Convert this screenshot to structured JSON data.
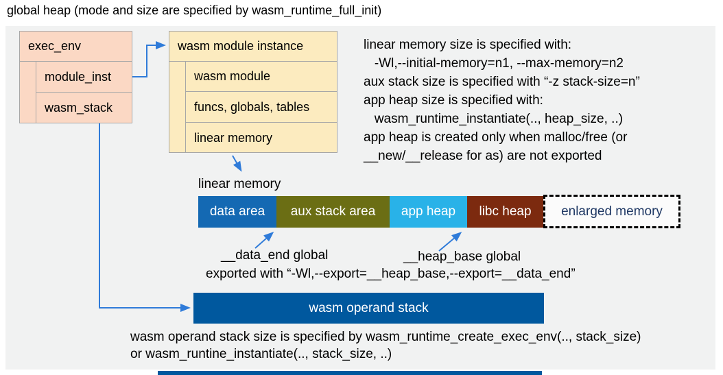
{
  "title": "global heap (mode and size are specified by wasm_runtime_full_init)",
  "exec_env": {
    "title": "exec_env",
    "rows": {
      "module_inst": "module_inst",
      "wasm_stack": "wasm_stack"
    }
  },
  "module_instance": {
    "title": "wasm module instance",
    "rows": {
      "wasm_module": "wasm module",
      "funcs_globals_tables": "funcs, globals, tables",
      "linear_memory": "linear memory"
    }
  },
  "notes_right": {
    "lines": [
      "linear memory size is specified with:",
      "   -Wl,--initial-memory=n1, --max-memory=n2",
      "aux stack size is specified with “-z stack-size=n”",
      "app heap size is specified with:",
      "   wasm_runtime_instantiate(.., heap_size, ..)",
      "app heap is created only when malloc/free (or",
      "__new/__release for as) are not exported"
    ]
  },
  "linear_memory": {
    "label": "linear memory",
    "segments": {
      "data_area": "data area",
      "aux_stack_area": "aux stack area",
      "app_heap": "app heap",
      "libc_heap": "libc heap",
      "enlarged_memory": "enlarged memory"
    }
  },
  "globals_note": {
    "data_end": "__data_end global",
    "heap_base": "__heap_base global",
    "exported": "exported with “-Wl,--export=__heap_base,--export=__data_end”"
  },
  "operand_stack": {
    "label": "wasm operand stack",
    "note_line1": "wasm operand stack size is specified by wasm_runtime_create_exec_env(.., stack_size)",
    "note_line2": "or wasm_runtine_instantiate(.., stack_size, ..)"
  },
  "colors": {
    "panel_background": "#f1f2f2",
    "struct_box_pink": "#fbd8c4",
    "struct_box_cream": "#fcebbf",
    "struct_border": "#a7a7a7",
    "data_area": "#1469b3",
    "aux_stack_area": "#6b6e14",
    "app_heap": "#29b2e8",
    "libc_heap": "#7c2a0f",
    "operand_stack": "#00589e",
    "enlarged_memory_text": "#1f3864",
    "arrow": "#2f7bd9"
  }
}
